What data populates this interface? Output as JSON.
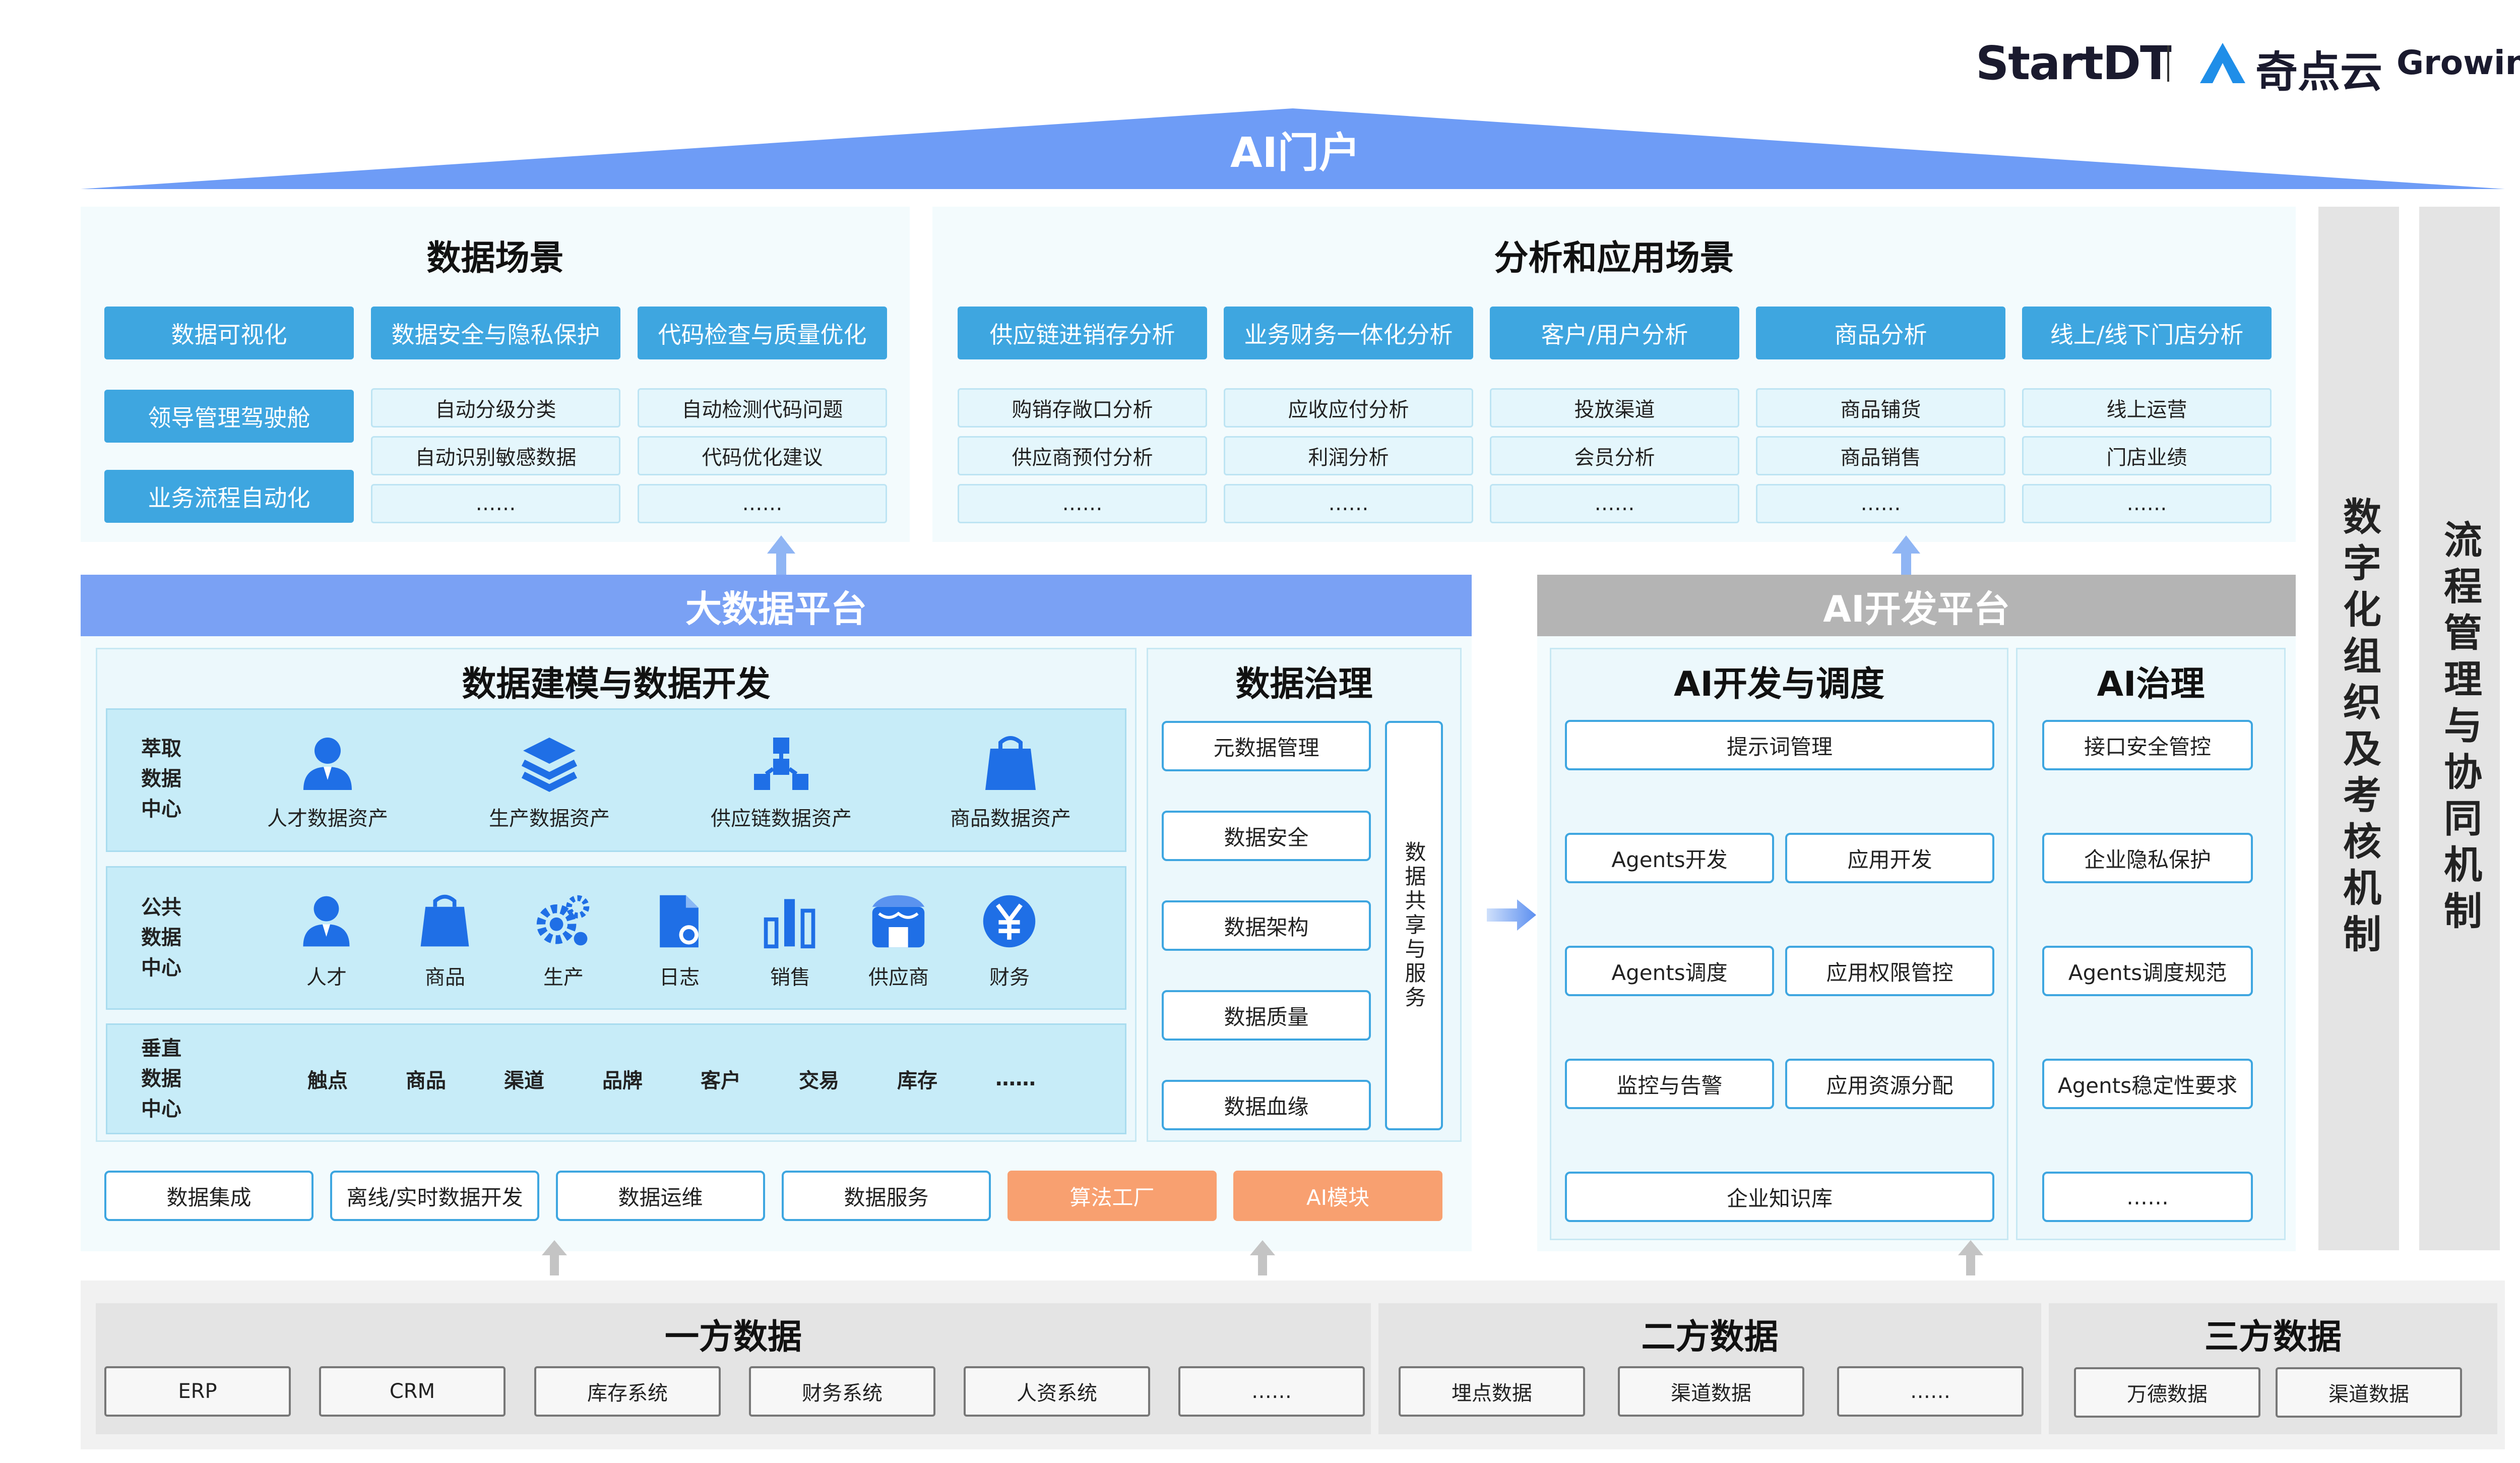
{
  "logos": {
    "startdt": "StartDT",
    "qidianyun": "奇点云",
    "growingio": "GrowingIO"
  },
  "ai_portal": "AI门户",
  "data_scenes": {
    "title": "数据场景",
    "left_pills": [
      "数据可视化",
      "领导管理驾驶舱",
      "业务流程自动化"
    ],
    "columns": [
      {
        "header": "数据安全与隐私保护",
        "items": [
          "自动分级分类",
          "自动识别敏感数据",
          "……"
        ]
      },
      {
        "header": "代码检查与质量优化",
        "items": [
          "自动检测代码问题",
          "代码优化建议",
          "……"
        ]
      }
    ]
  },
  "analysis_scenes": {
    "title": "分析和应用场景",
    "columns": [
      {
        "header": "供应链进销存分析",
        "items": [
          "购销存敞口分析",
          "供应商预付分析",
          "……"
        ]
      },
      {
        "header": "业务财务一体化分析",
        "items": [
          "应收应付分析",
          "利润分析",
          "……"
        ]
      },
      {
        "header": "客户/用户分析",
        "items": [
          "投放渠道",
          "会员分析",
          "……"
        ]
      },
      {
        "header": "商品分析",
        "items": [
          "商品铺货",
          "商品销售",
          "……"
        ]
      },
      {
        "header": "线上/线下门店分析",
        "items": [
          "线上运营",
          "门店业绩",
          "……"
        ]
      }
    ]
  },
  "big_data": {
    "band": "大数据平台",
    "modeling_title": "数据建模与数据开发",
    "extract": {
      "label": [
        "萃取",
        "数据",
        "中心"
      ],
      "assets": [
        {
          "icon": "person-icon",
          "label": "人才数据资产"
        },
        {
          "icon": "layers-icon",
          "label": "生产数据资产"
        },
        {
          "icon": "network-icon",
          "label": "供应链数据资产"
        },
        {
          "icon": "bag-icon",
          "label": "商品数据资产"
        }
      ]
    },
    "public": {
      "label": [
        "公共",
        "数据",
        "中心"
      ],
      "assets": [
        {
          "icon": "person-icon",
          "label": "人才"
        },
        {
          "icon": "bag-icon",
          "label": "商品"
        },
        {
          "icon": "gear-icon",
          "label": "生产"
        },
        {
          "icon": "doc-icon",
          "label": "日志"
        },
        {
          "icon": "bar-icon",
          "label": "销售"
        },
        {
          "icon": "store-icon",
          "label": "供应商"
        },
        {
          "icon": "yen-icon",
          "label": "财务"
        }
      ]
    },
    "vertical": {
      "label": [
        "垂直",
        "数据",
        "中心"
      ],
      "items": [
        "触点",
        "商品",
        "渠道",
        "品牌",
        "客户",
        "交易",
        "库存",
        "……"
      ]
    },
    "governance_title": "数据治理",
    "governance_items": [
      "元数据管理",
      "数据安全",
      "数据架构",
      "数据质量",
      "数据血缘"
    ],
    "sharing": "数据共享与服务",
    "bottom_tools": [
      {
        "label": "数据集成",
        "style": "white"
      },
      {
        "label": "离线/实时数据开发",
        "style": "white"
      },
      {
        "label": "数据运维",
        "style": "white"
      },
      {
        "label": "数据服务",
        "style": "white"
      },
      {
        "label": "算法工厂",
        "style": "orange"
      },
      {
        "label": "AI模块",
        "style": "orange"
      }
    ]
  },
  "ai_dev": {
    "band": "AI开发平台",
    "dev_title": "AI开发与调度",
    "prompt": "提示词管理",
    "grid": [
      [
        "Agents开发",
        "应用开发"
      ],
      [
        "Agents调度",
        "应用权限管控"
      ],
      [
        "监控与告警",
        "应用资源分配"
      ]
    ],
    "knowledge": "企业知识库",
    "gov_title": "AI治理",
    "gov_items": [
      "接口安全管控",
      "企业隐私保护",
      "Agents调度规范",
      "Agents稳定性要求",
      "……"
    ]
  },
  "side_columns": [
    "数字化组织及考核机制",
    "流程管理与协同机制"
  ],
  "sources": {
    "first": {
      "title": "一方数据",
      "items": [
        "ERP",
        "CRM",
        "库存系统",
        "财务系统",
        "人资系统",
        "……"
      ]
    },
    "second": {
      "title": "二方数据",
      "items": [
        "埋点数据",
        "渠道数据",
        "……"
      ]
    },
    "third": {
      "title": "三方数据",
      "items": [
        "万德数据",
        "渠道数据"
      ]
    }
  },
  "colors": {
    "portal": "#6e9cf6",
    "bigdata_band": "#7aa1f4",
    "aidev_band": "#b4b4b4",
    "pill": "#3ea6e0",
    "orange": "#f8a070",
    "side": "#e4e4e4"
  }
}
